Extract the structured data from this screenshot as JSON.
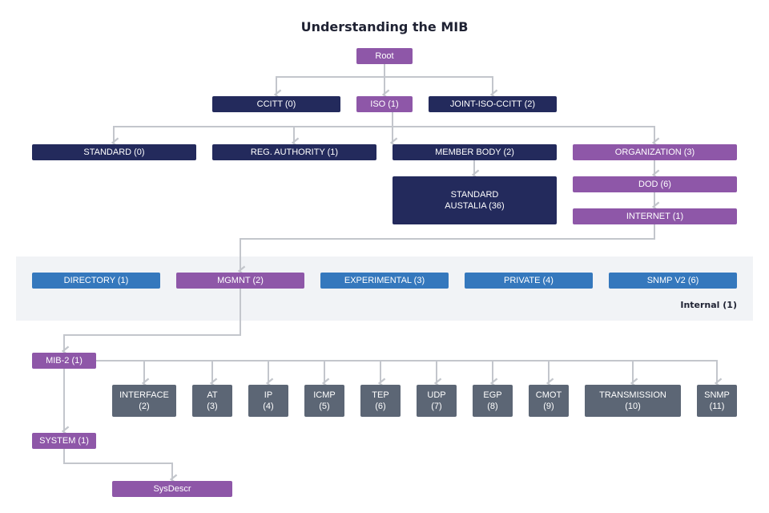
{
  "title": "Understanding the MIB",
  "band_label": "Internal (1)",
  "colors": {
    "navy": "#232a5c",
    "purple": "#8e57a8",
    "blue": "#3578bd",
    "gray": "#5c6675",
    "band": "#f1f3f6",
    "connector": "#c3c6cc"
  },
  "nodes": {
    "root": "Root",
    "ccitt": "CCITT (0)",
    "iso": "ISO (1)",
    "joint_iso_ccitt": "JOINT-ISO-CCITT (2)",
    "standard": "STANDARD (0)",
    "reg_authority": "REG. AUTHORITY (1)",
    "member_body": "MEMBER BODY (2)",
    "organization": "ORGANIZATION (3)",
    "standard_australia": "STANDARD\nAUSTALIA (36)",
    "dod": "DOD (6)",
    "internet": "INTERNET (1)",
    "directory": "DIRECTORY (1)",
    "mgmnt": "MGMNT (2)",
    "experimental": "EXPERIMENTAL (3)",
    "private": "PRIVATE (4)",
    "snmp_v2": "SNMP V2 (6)",
    "mib2": "MIB-2 (1)",
    "interface": "INTERFACE\n(2)",
    "at": "AT\n(3)",
    "ip": "IP\n(4)",
    "icmp": "ICMP\n(5)",
    "tep": "TEP\n(6)",
    "udp": "UDP\n(7)",
    "egp": "EGP\n(8)",
    "cmot": "CMOT\n(9)",
    "transmission": "TRANSMISSION\n(10)",
    "snmp": "SNMP\n(11)",
    "system": "SYSTEM (1)",
    "sysdescr": "SysDescr"
  }
}
